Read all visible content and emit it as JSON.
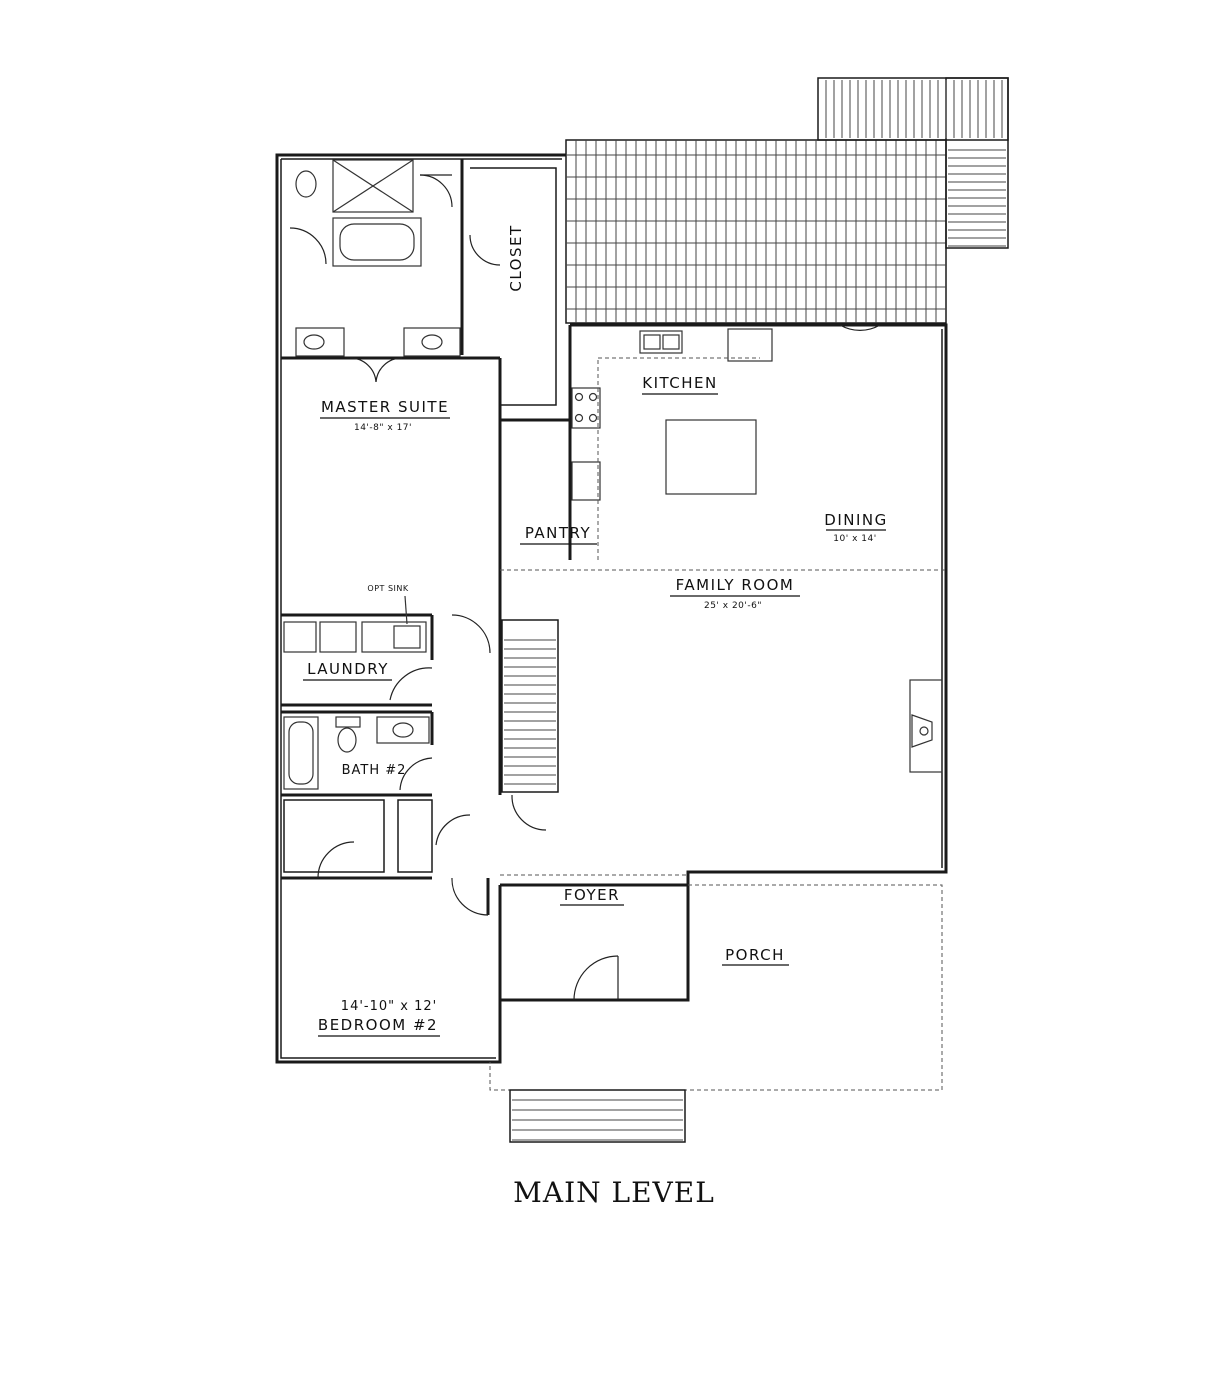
{
  "title": "MAIN LEVEL",
  "rooms": {
    "master_suite": {
      "name": "MASTER SUITE",
      "dim": "14'-8\" x 17'"
    },
    "closet": {
      "name": "CLOSET"
    },
    "kitchen": {
      "name": "KITCHEN"
    },
    "dining": {
      "name": "DINING",
      "dim": "10' x 14'"
    },
    "pantry": {
      "name": "PANTRY"
    },
    "family_room": {
      "name": "FAMILY ROOM",
      "dim": "25' x 20'-6\""
    },
    "laundry": {
      "name": "LAUNDRY",
      "note": "OPT SINK"
    },
    "bath2": {
      "name": "BATH #2"
    },
    "foyer": {
      "name": "FOYER"
    },
    "porch": {
      "name": "PORCH"
    },
    "bedroom2": {
      "name": "BEDROOM #2",
      "dim": "14'-10\" x 12'"
    }
  }
}
